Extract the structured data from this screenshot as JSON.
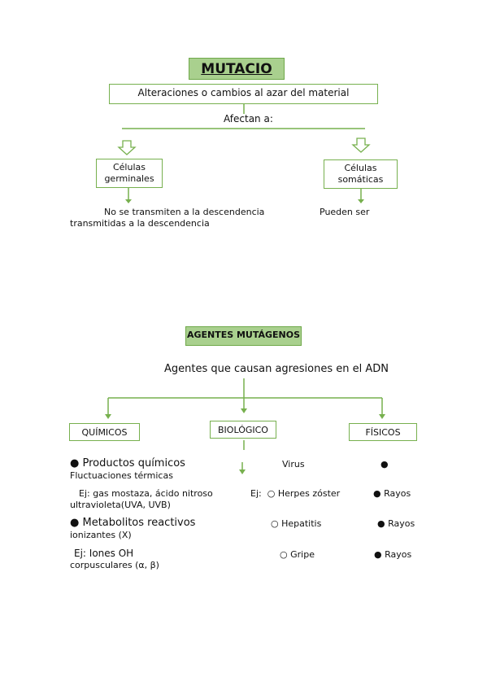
{
  "mutacion": {
    "title": "MUTACIO",
    "definition": "Alteraciones o cambios al azar del material",
    "affect_label": "Afectan a:",
    "germinal": "Células germinales",
    "somatic": "Células somáticas",
    "germinal_note_1": "No se transmiten a la descendencia",
    "germinal_note_2": "transmitidas a la descendencia",
    "somatic_note": "Pueden ser"
  },
  "agentes": {
    "title": "AGENTES MUTÁGENOS",
    "definition": "Agentes que causan agresiones en el ADN",
    "quimicos": "QUÍMICOS",
    "biologico": "BIOLÓGICO",
    "fisicos": "FÍSICOS",
    "q1": "Productos químicos",
    "q1b": "Fluctuaciones térmicas",
    "q2": "Ej: gas mostaza, ácido nitroso",
    "q2b": "ultravioleta(UVA, UVB)",
    "q3": "Metabolitos reactivos",
    "q3b": "ionizantes (X)",
    "q4": "Ej: Iones OH",
    "q4b": "corpusculares (α, β)",
    "b1": "Virus",
    "b2_prefix": "Ej:",
    "b2": "Herpes zóster",
    "b3": "Hepatitis",
    "b4": "Gripe",
    "f2": "Rayos",
    "f3": "Rayos",
    "f4": "Rayos"
  },
  "colors": {
    "accent": "#77b04e",
    "title_fill": "#a9d08e"
  }
}
